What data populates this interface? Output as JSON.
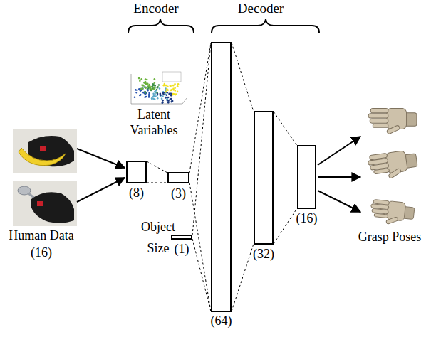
{
  "diagram": {
    "nodes": [
      {
        "text": [
          "(8)"
        ]
      },
      {
        "text": [
          "(3)"
        ]
      },
      {
        "text": [
          "(1)"
        ]
      },
      {
        "text": [
          "(64)"
        ]
      },
      {
        "text": [
          "(32)"
        ]
      },
      {
        "text": [
          "(16)"
        ]
      }
    ],
    "edges": [
      {
        "from": 0,
        "to": 1,
        "arrow": "none"
      },
      {
        "from": 1,
        "to": 3,
        "arrow": "none"
      },
      {
        "from": 2,
        "to": 3,
        "arrow": "none"
      },
      {
        "from": 3,
        "to": 4,
        "arrow": "none"
      },
      {
        "from": 4,
        "to": 5,
        "arrow": "none"
      }
    ],
    "labels": [
      "Encoder",
      "Decoder",
      "Latent Variables",
      "Object Size",
      "Human Data",
      "(16)",
      "Grasp Poses"
    ]
  }
}
